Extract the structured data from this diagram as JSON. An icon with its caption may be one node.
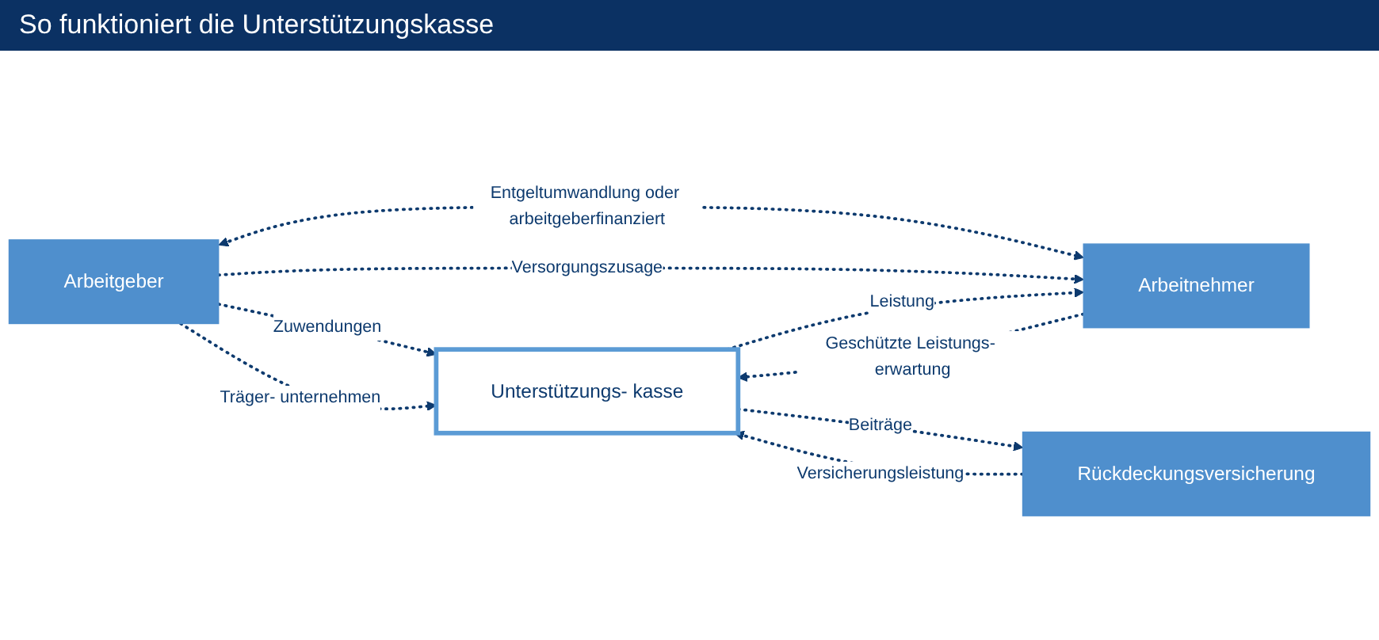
{
  "diagram": {
    "title": "So funktioniert die Unterstützungskasse",
    "nodes": [
      {
        "text": [
          "Arbeitgeber"
        ]
      },
      {
        "text": [
          "Arbeitnehmer"
        ]
      },
      {
        "text": [
          "Unterstützungs- kasse"
        ]
      },
      {
        "text": [
          "Rückdeckungsversicherung"
        ]
      }
    ],
    "edges": [
      {
        "from": 0,
        "to": 1,
        "arrow": "both",
        "label": "Entgeltumwandlung oder arbeitgeberfinanziert"
      },
      {
        "from": 0,
        "to": 1,
        "arrow": "to",
        "label": "Versorgungszusage"
      },
      {
        "from": 0,
        "to": 2,
        "arrow": "to",
        "label": "Zuwendungen"
      },
      {
        "from": 0,
        "to": 2,
        "arrow": "to",
        "label": "Träger- unternehmen"
      },
      {
        "from": 2,
        "to": 1,
        "arrow": "to",
        "label": "Leistung"
      },
      {
        "from": 1,
        "to": 2,
        "arrow": "to",
        "label": "Geschützte Leistungs- erwartung"
      },
      {
        "from": 2,
        "to": 3,
        "arrow": "to",
        "label": "Beiträge"
      },
      {
        "from": 3,
        "to": 2,
        "arrow": "to",
        "label": "Versicherungsleistung"
      }
    ]
  }
}
